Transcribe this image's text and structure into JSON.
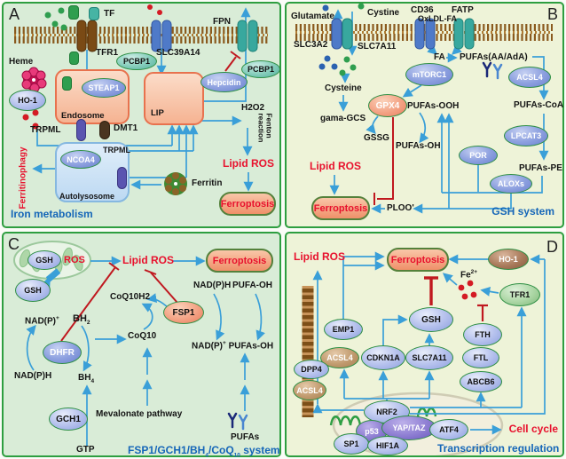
{
  "a": {
    "letter": "A",
    "tf": "TF",
    "tfr1": "TFR1",
    "slc39a14": "SLC39A14",
    "fpn": "FPN",
    "heme": "Heme",
    "ho1": "HO-1",
    "pcbp1": "PCBP1",
    "steap1": "STEAP1",
    "endosome": "Endosome",
    "lip": "LIP",
    "hepcidin": "Hepcidin",
    "h2o2": "H2O2",
    "trpml": "TRPML",
    "dmt1": "DMT1",
    "ncoa4": "NCOA4",
    "autolysosome": "Autolysosome",
    "ferritin": "Ferritin",
    "ferritinophagy": "Ferritinophagy",
    "fenton_1": "Fenton",
    "fenton_2": "reaction",
    "lipid_ros": "Lipid ROS",
    "ferroptosis": "Ferroptosis",
    "caption": "Iron metabolism"
  },
  "b": {
    "letter": "B",
    "glutamate": "Glutamate",
    "cystine": "Cystine",
    "cd36": "CD36",
    "oxldl": "OxLDL-FA",
    "fatp": "FATP",
    "slc3a2": "SLC3A2",
    "slc7a11": "SLC7A11",
    "fa": "FA",
    "pufas_aa": "PUFAs(AA/AdA)",
    "cysteine": "Cysteine",
    "mtorc1": "mTORC1",
    "gpx4": "GPX4",
    "acsl4": "ACSL4",
    "pufas_ooh": "PUFAs-OOH",
    "pufas_coa": "PUFAs-CoA",
    "gama_gcs": "gama-GCS",
    "gssg": "GSSG",
    "pufas_oh": "PUFAs-OH",
    "lipid_ros": "Lipid ROS",
    "ferroptosis": "Ferroptosis",
    "ploo": "PLOO'",
    "lpcat3": "LPCAT3",
    "por": "POR",
    "pufas_pe": "PUFAs-PE",
    "aloxs": "ALOXs",
    "caption": "GSH system"
  },
  "c": {
    "letter": "C",
    "gsh": "GSH",
    "ros": "ROS",
    "lipid_ros": "Lipid ROS",
    "ferroptosis": "Ferroptosis",
    "coq10h2": "CoQ10H2",
    "nadph": "NAD(P)H",
    "pufa_oh": "PUFA-OH",
    "fsp1": "FSP1",
    "nadp": "NAD(P)",
    "plus": "+",
    "bh": "BH",
    "sub2": "2",
    "sub4": "4",
    "dhfr": "DHFR",
    "coq10": "CoQ10",
    "pufas_oh": "PUFAs-OH",
    "gch1": "GCH1",
    "mevalonate": "Mevalonate pathway",
    "pufas": "PUFAs",
    "gtp": "GTP",
    "caption_1": "FSP1/GCH1/BH",
    "caption_2": "/CoQ",
    "caption_sub10": "10",
    "caption_3": " system"
  },
  "d": {
    "letter": "D",
    "lipid_ros": "Lipid ROS",
    "ferroptosis": "Ferroptosis",
    "ho1": "HO-1",
    "fe": "Fe",
    "fe_sup": "2+",
    "tfr1": "TFR1",
    "emp1": "EMP1",
    "gsh": "GSH",
    "fth": "FTH",
    "acsl4": "ACSL4",
    "cdkn1a": "CDKN1A",
    "slc7a11": "SLC7A11",
    "ftl": "FTL",
    "dpp4": "DPP4",
    "abcb6": "ABCB6",
    "nrf2": "NRF2",
    "p53": "p53",
    "yap_taz": "YAP/TAZ",
    "atf4": "ATF4",
    "sp1": "SP1",
    "hif1a": "HIF1A",
    "cell_cycle": "Cell cycle",
    "caption": "Transcription regulation"
  },
  "icons": {
    "heme": "flower-cluster",
    "ferritin": "granule-cluster",
    "pufas": "scissors-y",
    "dna": "dna-loops",
    "membrane": "lipid-bilayer",
    "transporter": "double-lobe-channel",
    "mitochondrion": "oval-cristae",
    "nucleus": "pale-ellipse"
  },
  "colors": {
    "arrow": "#3a9fd8",
    "inhibit": "#c0181f",
    "red_text": "#e8112d",
    "blue_text": "#1566b8",
    "panel_border": "#2e9e40",
    "bg_green": "#d9ecd7",
    "bg_yellow": "#eef3d8",
    "membrane": "#8a5a1e",
    "ferroptosis_fill": "#f4a482",
    "node_fill": "#a9b8ea"
  }
}
